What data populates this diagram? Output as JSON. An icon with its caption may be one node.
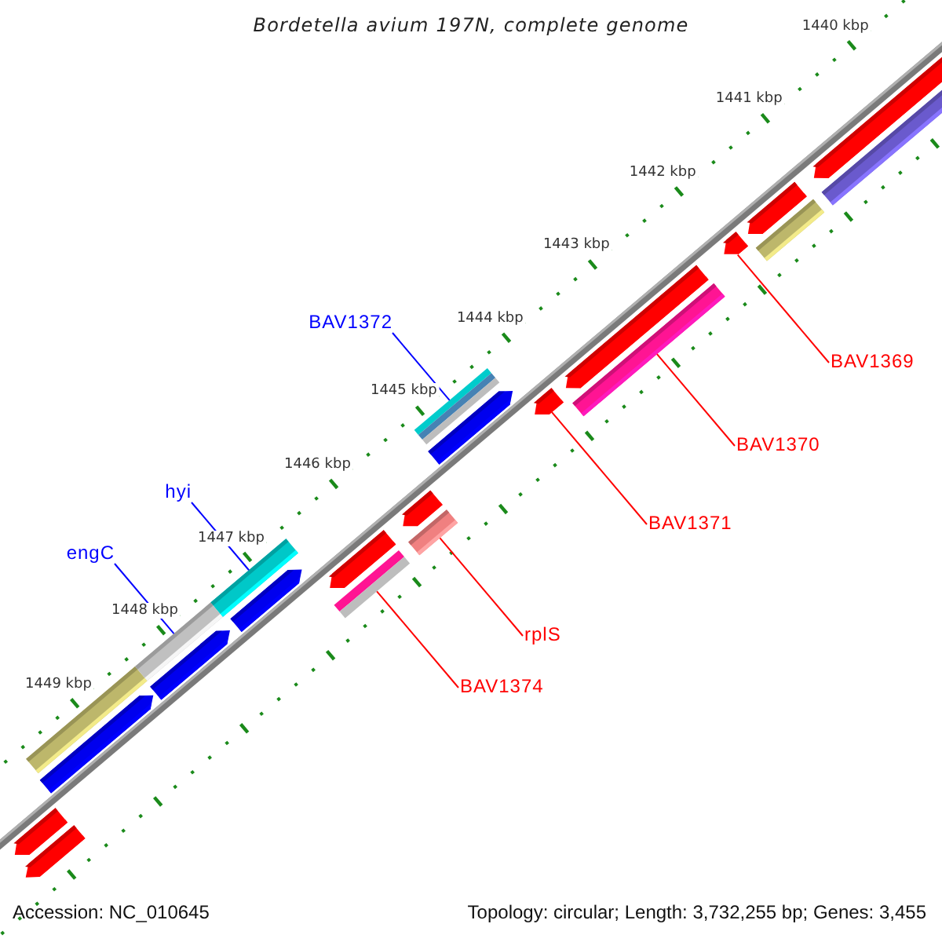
{
  "diagram": {
    "title": "Bordetella avium 197N, complete genome",
    "nodes": [
      {
        "text": [
          "BAV1372"
        ]
      },
      {
        "text": [],
        "shape": "bar"
      },
      {
        "text": [
          "BAV1369"
        ]
      },
      {
        "text": [],
        "shape": "arrow"
      },
      {
        "text": [
          "BAV1370"
        ]
      },
      {
        "text": [],
        "shape": "bar"
      },
      {
        "text": [
          "hyi"
        ]
      },
      {
        "text": [],
        "shape": "bar"
      },
      {
        "text": [
          "BAV1371"
        ]
      },
      {
        "text": [],
        "shape": "arrow"
      },
      {
        "text": [
          "engC"
        ]
      },
      {
        "text": [],
        "shape": "bar"
      },
      {
        "text": [
          "rplS"
        ]
      },
      {
        "text": [],
        "shape": "bar"
      },
      {
        "text": [
          "BAV1374"
        ]
      },
      {
        "text": [],
        "shape": "bar"
      }
    ],
    "edges": [
      {
        "from": 0,
        "to": 1,
        "arrow": "none",
        "color": "#0000ff"
      },
      {
        "from": 2,
        "to": 3,
        "arrow": "none"
      },
      {
        "from": 4,
        "to": 5,
        "arrow": "none"
      },
      {
        "from": 6,
        "to": 7,
        "arrow": "none",
        "color": "#0000ff"
      },
      {
        "from": 8,
        "to": 9,
        "arrow": "none"
      },
      {
        "from": 10,
        "to": 11,
        "arrow": "none",
        "color": "#0000ff"
      },
      {
        "from": 12,
        "to": 13,
        "arrow": "none"
      },
      {
        "from": 14,
        "to": 15,
        "arrow": "none"
      }
    ],
    "labels": [
      "1440 kbp",
      "1441 kbp",
      "1442 kbp",
      "1443 kbp",
      "1444 kbp",
      "1445 kbp",
      "1446 kbp",
      "1447 kbp",
      "1448 kbp",
      "1449 kbp",
      "Accession: NC_010645",
      "Topology: circular; Length: 3,732,255 bp; Genes: 3,455"
    ]
  }
}
